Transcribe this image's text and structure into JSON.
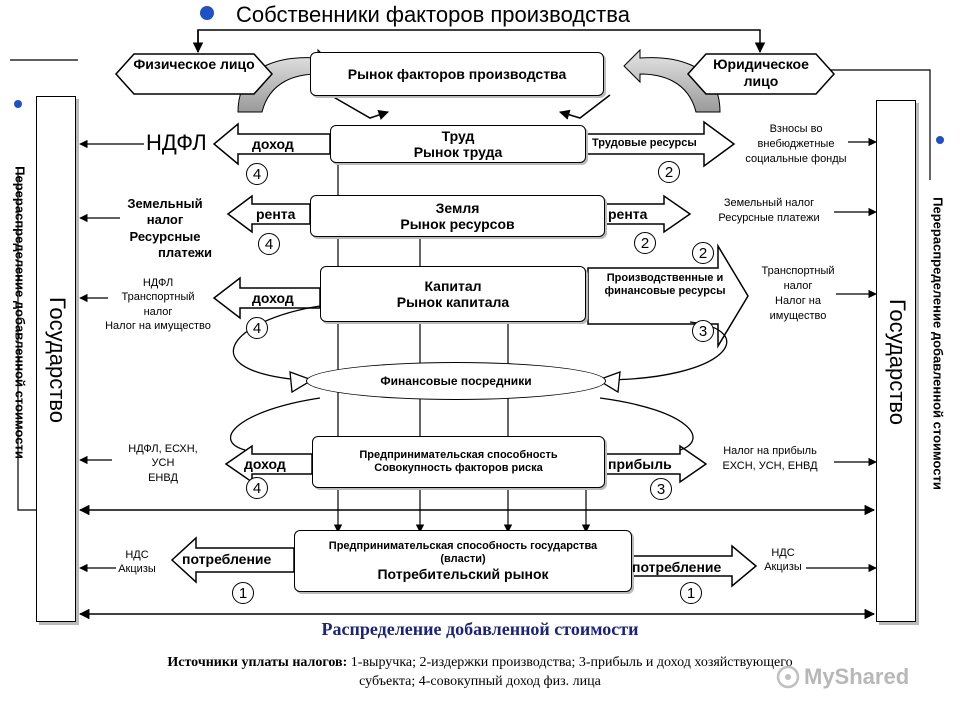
{
  "header": {
    "title": "Собственники факторов производства"
  },
  "owners": {
    "physical": "Физическое лицо",
    "legal": "Юридическое лицо"
  },
  "factor_market": "Рынок факторов производства",
  "state": {
    "left": "Государство",
    "right": "Государство"
  },
  "redistribution": {
    "left": "Перераспределение добавленной стоимости",
    "right": "Перераспределение добавленной стоимости"
  },
  "markets": {
    "labor": {
      "line1": "Труд",
      "line2": "Рынок труда"
    },
    "land": {
      "line1": "Земля",
      "line2": "Рынок ресурсов"
    },
    "capital": {
      "line1": "Капитал",
      "line2": "Рынок капитала"
    },
    "entrepreneurship": {
      "line1": "Предпринимательская способность",
      "line2": "Совокупность факторов риска"
    },
    "consumer": {
      "line1": "Предпринимательская способность государства",
      "line2": "(власти)",
      "line3": "Потребительский рынок"
    }
  },
  "intermediaries": "Финансовые посредники",
  "flows": {
    "income1": "доход",
    "rent_left": "рента",
    "income2": "доход",
    "income3": "доход",
    "consumption_left": "потребление",
    "labor_resources": "Трудовые ресурсы",
    "rent_right": "рента",
    "prod_fin": "Производственные и финансовые ресурсы",
    "profit": "прибыль",
    "consumption_right": "потребление"
  },
  "taxes_left": {
    "ndfl": "НДФЛ",
    "land_1": "Земельный",
    "land_2": "налог",
    "land_3": "Ресурсные",
    "land_4": "платежи",
    "cap_1": "НДФЛ",
    "cap_2": "Транспортный",
    "cap_3": "налог",
    "cap_4": "Налог на имущество",
    "ent_1": "НДФЛ,  ЕСХН,",
    "ent_2": "УСН",
    "ent_3": "ЕНВД",
    "cons_1": "НДС",
    "cons_2": "Акцизы"
  },
  "taxes_right": {
    "labor_1": "Взносы во",
    "labor_2": "внебюджетные",
    "labor_3": "социальные фонды",
    "land_1": "Земельный налог",
    "land_2": "Ресурсные платежи",
    "cap_1": "Транспортный",
    "cap_2": "налог",
    "cap_3": "Налог на",
    "cap_4": "имущество",
    "ent_1": "Налог на прибыль",
    "ent_2": "ЕХСН,  УСН,  ЕНВД",
    "cons_1": "НДС",
    "cons_2": "Акцизы"
  },
  "numbers": {
    "l_labor": "4",
    "l_land": "4",
    "l_cap": "4",
    "l_ent": "4",
    "l_cons": "1",
    "r_labor": "2",
    "r_land": "2",
    "r_cap_top": "2",
    "r_cap": "3",
    "r_ent": "3",
    "r_cons": "1"
  },
  "footer": {
    "distribution": "Распределение добавленной стоимости",
    "sources_label": "Источники уплаты налогов:",
    "sources_text": " 1-выручка;  2-издержки производства;  3-прибыль и доход хозяйствующего",
    "sources_line2": "субъекта; 4-совокупный доход физ. лица"
  },
  "watermark": "MyShared",
  "colors": {
    "bullet": "#1e50c8",
    "distribution": "#1a237e",
    "arrow_fill": "#ffffff",
    "stroke": "#000000"
  }
}
